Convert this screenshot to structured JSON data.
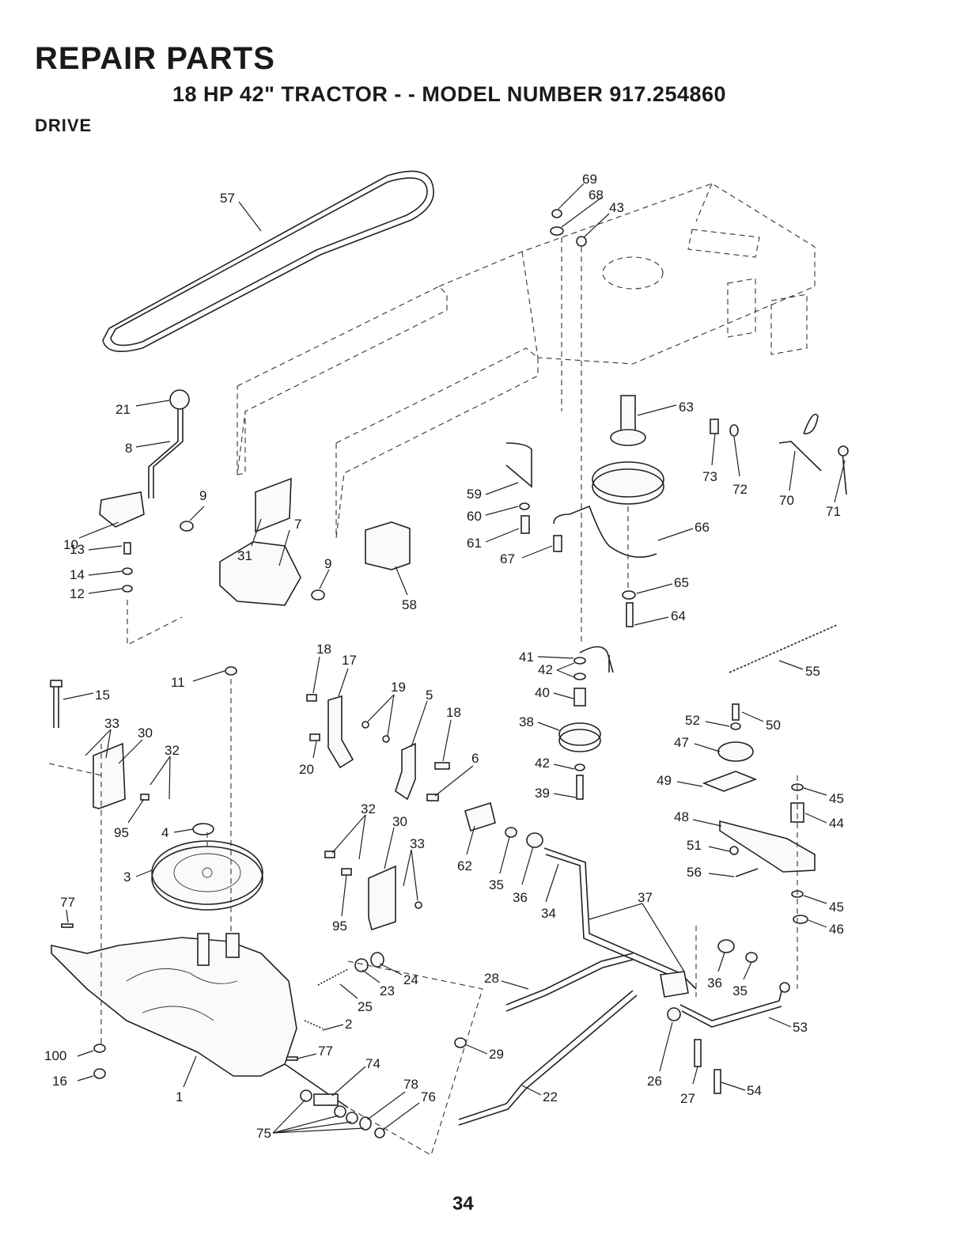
{
  "header": {
    "title": "REPAIR PARTS",
    "subtitle": "18 HP 42\" TRACTOR - - MODEL NUMBER 917.254860",
    "section": "DRIVE"
  },
  "footer": {
    "page_number": "34"
  },
  "callouts": [
    {
      "id": "c57",
      "label": "57"
    },
    {
      "id": "c69",
      "label": "69"
    },
    {
      "id": "c68",
      "label": "68"
    },
    {
      "id": "c43",
      "label": "43"
    },
    {
      "id": "c21",
      "label": "21"
    },
    {
      "id": "c8",
      "label": "8"
    },
    {
      "id": "c63",
      "label": "63"
    },
    {
      "id": "c73",
      "label": "73"
    },
    {
      "id": "c72",
      "label": "72"
    },
    {
      "id": "c70",
      "label": "70"
    },
    {
      "id": "c71",
      "label": "71"
    },
    {
      "id": "c9a",
      "label": "9"
    },
    {
      "id": "c10",
      "label": "10"
    },
    {
      "id": "c31",
      "label": "31"
    },
    {
      "id": "c7",
      "label": "7"
    },
    {
      "id": "c9b",
      "label": "9"
    },
    {
      "id": "c59",
      "label": "59"
    },
    {
      "id": "c60",
      "label": "60"
    },
    {
      "id": "c61",
      "label": "61"
    },
    {
      "id": "c67",
      "label": "67"
    },
    {
      "id": "c66",
      "label": "66"
    },
    {
      "id": "c65",
      "label": "65"
    },
    {
      "id": "c64",
      "label": "64"
    },
    {
      "id": "c13",
      "label": "13"
    },
    {
      "id": "c14",
      "label": "14"
    },
    {
      "id": "c12",
      "label": "12"
    },
    {
      "id": "c58",
      "label": "58"
    },
    {
      "id": "c55",
      "label": "55"
    },
    {
      "id": "c41",
      "label": "41"
    },
    {
      "id": "c42a",
      "label": "42"
    },
    {
      "id": "c40",
      "label": "40"
    },
    {
      "id": "c38",
      "label": "38"
    },
    {
      "id": "c42b",
      "label": "42"
    },
    {
      "id": "c39",
      "label": "39"
    },
    {
      "id": "c18a",
      "label": "18"
    },
    {
      "id": "c17",
      "label": "17"
    },
    {
      "id": "c11",
      "label": "11"
    },
    {
      "id": "c15",
      "label": "15"
    },
    {
      "id": "c19",
      "label": "19"
    },
    {
      "id": "c5",
      "label": "5"
    },
    {
      "id": "c18b",
      "label": "18"
    },
    {
      "id": "c6",
      "label": "6"
    },
    {
      "id": "c20",
      "label": "20"
    },
    {
      "id": "c33a",
      "label": "33"
    },
    {
      "id": "c30a",
      "label": "30"
    },
    {
      "id": "c32a",
      "label": "32"
    },
    {
      "id": "c95a",
      "label": "95"
    },
    {
      "id": "c4",
      "label": "4"
    },
    {
      "id": "c3",
      "label": "3"
    },
    {
      "id": "c52",
      "label": "52"
    },
    {
      "id": "c50",
      "label": "50"
    },
    {
      "id": "c47",
      "label": "47"
    },
    {
      "id": "c49",
      "label": "49"
    },
    {
      "id": "c45a",
      "label": "45"
    },
    {
      "id": "c44",
      "label": "44"
    },
    {
      "id": "c48",
      "label": "48"
    },
    {
      "id": "c51",
      "label": "51"
    },
    {
      "id": "c56",
      "label": "56"
    },
    {
      "id": "c45b",
      "label": "45"
    },
    {
      "id": "c46",
      "label": "46"
    },
    {
      "id": "c32b",
      "label": "32"
    },
    {
      "id": "c30b",
      "label": "30"
    },
    {
      "id": "c33b",
      "label": "33"
    },
    {
      "id": "c95b",
      "label": "95"
    },
    {
      "id": "c62",
      "label": "62"
    },
    {
      "id": "c35a",
      "label": "35"
    },
    {
      "id": "c36a",
      "label": "36"
    },
    {
      "id": "c34",
      "label": "34"
    },
    {
      "id": "c37",
      "label": "37"
    },
    {
      "id": "c36b",
      "label": "36"
    },
    {
      "id": "c35b",
      "label": "35"
    },
    {
      "id": "c77a",
      "label": "77"
    },
    {
      "id": "c24",
      "label": "24"
    },
    {
      "id": "c23",
      "label": "23"
    },
    {
      "id": "c25",
      "label": "25"
    },
    {
      "id": "c28",
      "label": "28"
    },
    {
      "id": "c2",
      "label": "2"
    },
    {
      "id": "c53",
      "label": "53"
    },
    {
      "id": "c29",
      "label": "29"
    },
    {
      "id": "c77b",
      "label": "77"
    },
    {
      "id": "c74",
      "label": "74"
    },
    {
      "id": "c100",
      "label": "100"
    },
    {
      "id": "c16",
      "label": "16"
    },
    {
      "id": "c1",
      "label": "1"
    },
    {
      "id": "c78",
      "label": "78"
    },
    {
      "id": "c76",
      "label": "76"
    },
    {
      "id": "c22",
      "label": "22"
    },
    {
      "id": "c26",
      "label": "26"
    },
    {
      "id": "c27",
      "label": "27"
    },
    {
      "id": "c54",
      "label": "54"
    },
    {
      "id": "c75",
      "label": "75"
    }
  ]
}
